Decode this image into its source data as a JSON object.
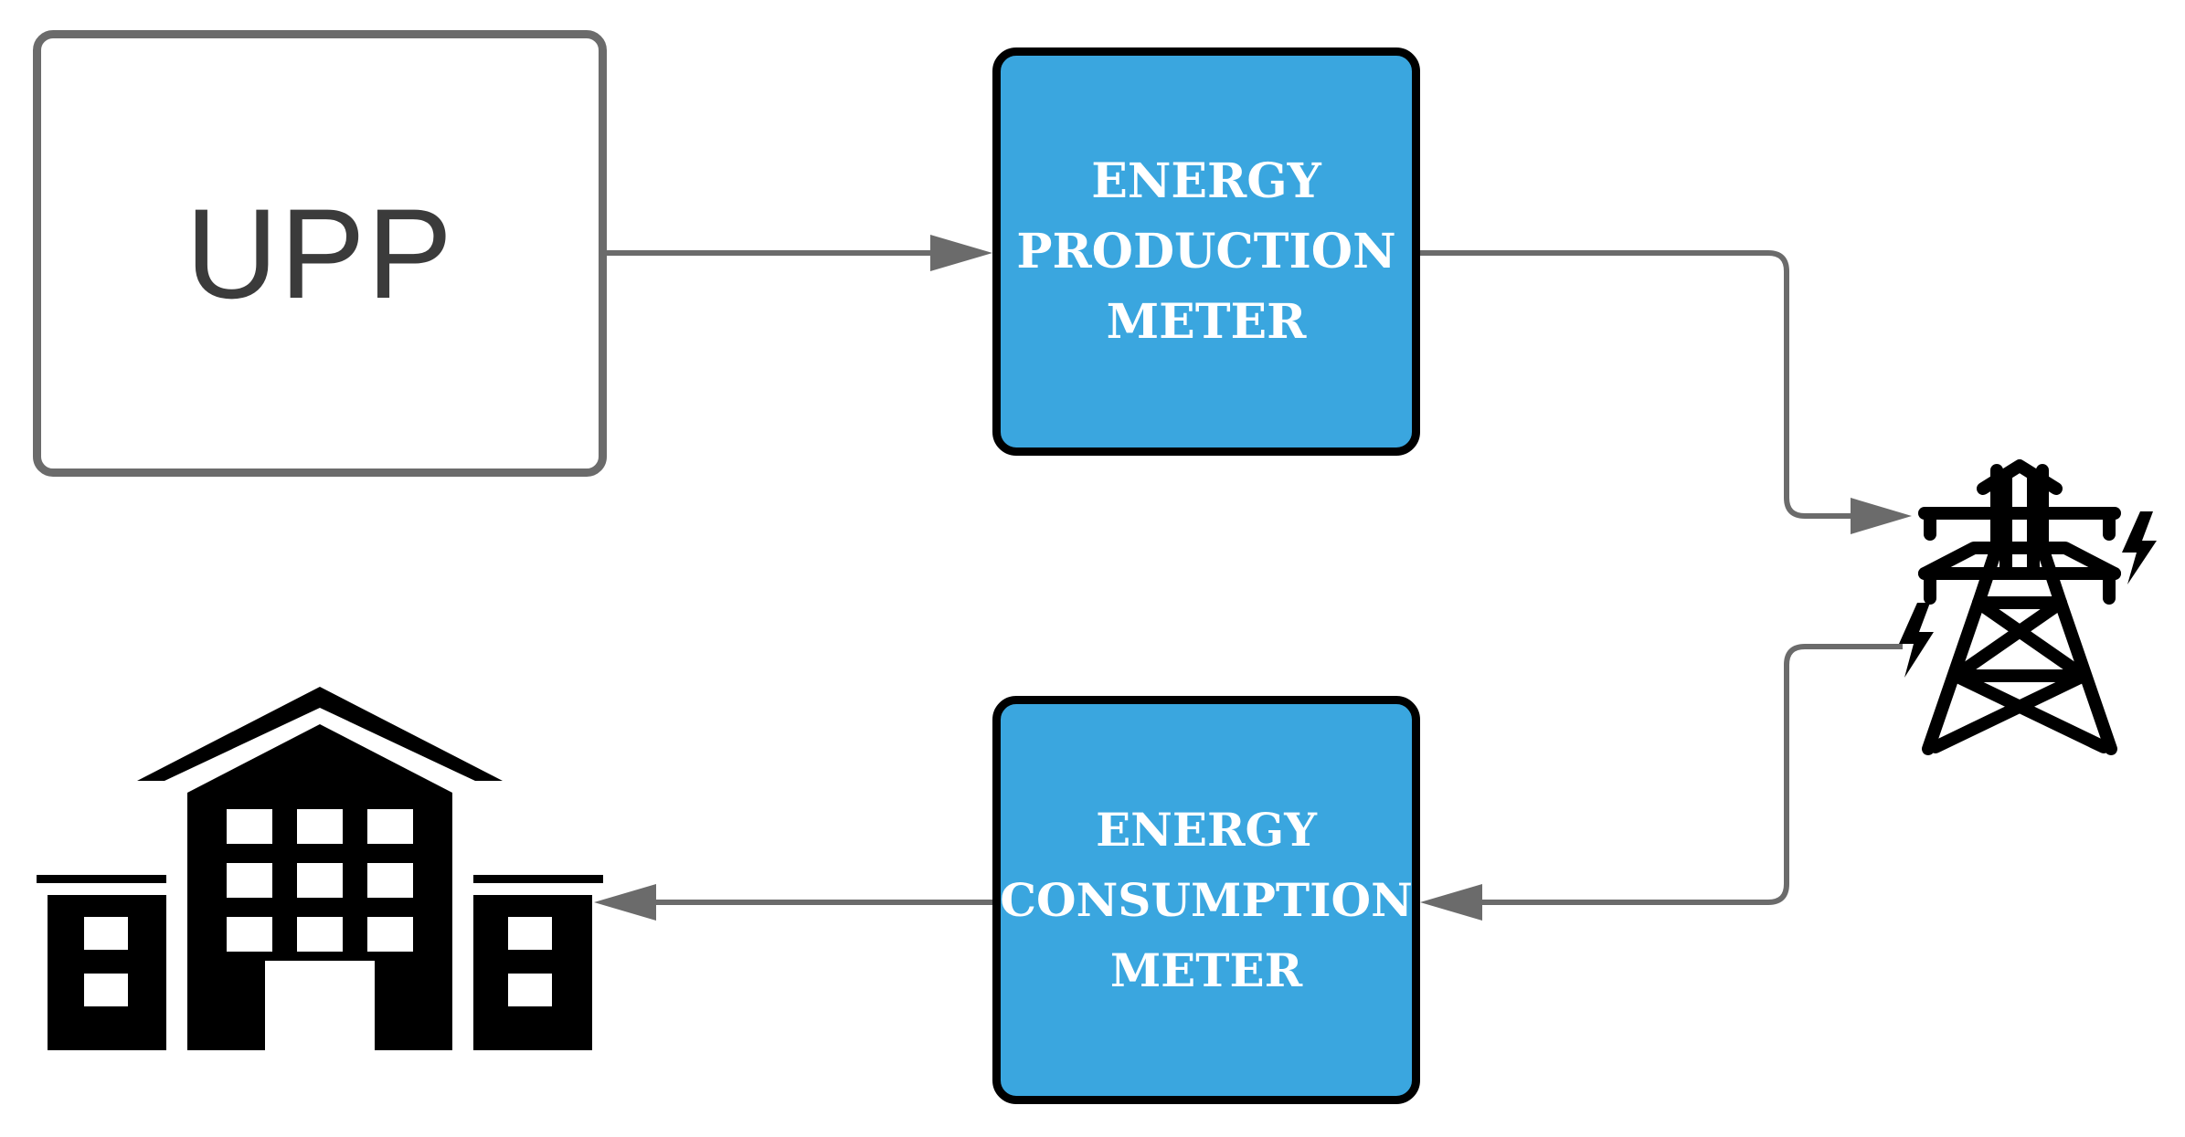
{
  "nodes": {
    "upp": {
      "label": "UPP"
    },
    "production_meter": {
      "lines": [
        "ENERGY",
        "PRODUCTION",
        "METER"
      ]
    },
    "consumption_meter": {
      "lines": [
        "ENERGY",
        "CONSUMPTION",
        "METER"
      ]
    },
    "transmission_tower": {
      "icon": "transmission-tower-icon"
    },
    "building": {
      "icon": "building-icon"
    }
  },
  "colors": {
    "meter_fill": "#3aa6df",
    "meter_border": "#000000",
    "meter_text": "#ffffff",
    "upp_border": "#6b6b6b",
    "upp_text": "#3b3b3b",
    "connector": "#6b6b6b",
    "icon": "#000000"
  }
}
